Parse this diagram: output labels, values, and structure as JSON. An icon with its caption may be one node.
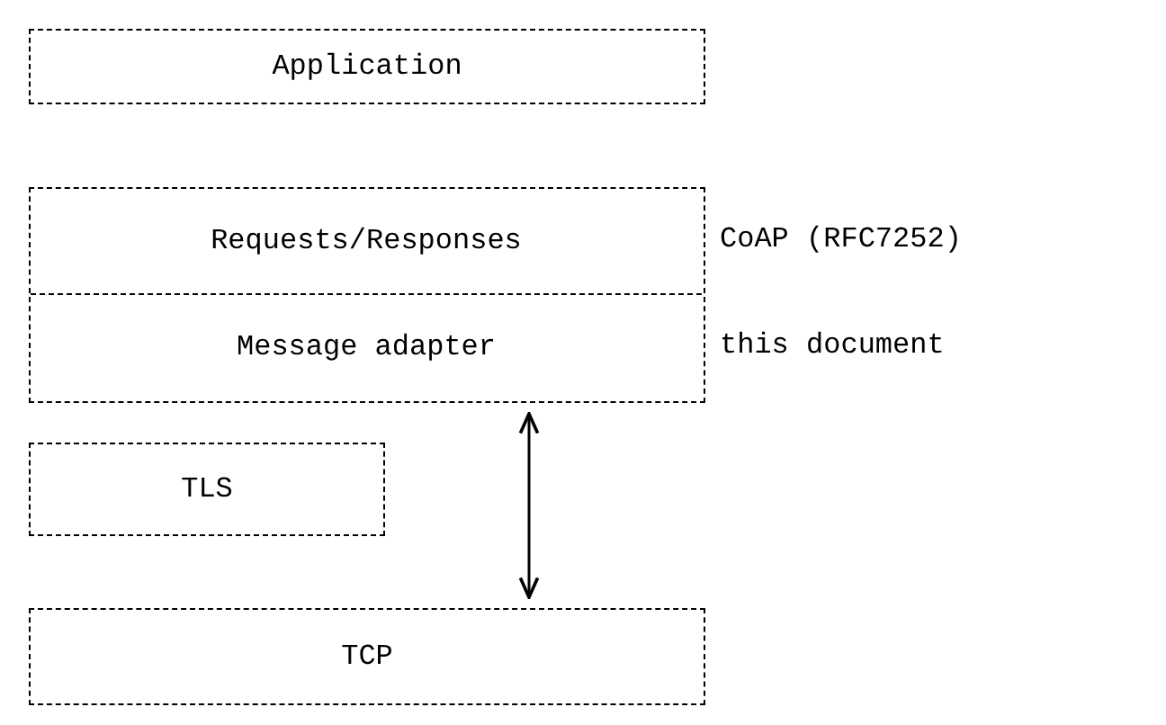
{
  "diagram": {
    "nodes": [
      {
        "text": [
          "Application"
        ]
      },
      {
        "text": [],
        "shape": "box"
      },
      {
        "text": [
          "Requests/Responses"
        ],
        "in": 1
      },
      {
        "text": [
          "Message adapter"
        ],
        "in": 1
      },
      {
        "text": [
          "TLS"
        ]
      },
      {
        "text": [
          "TCP"
        ]
      }
    ],
    "edges": [
      {
        "from": 1,
        "to": 5,
        "arrow": "both"
      }
    ],
    "labels": [
      "CoAP (RFC7252)",
      "this document"
    ]
  }
}
